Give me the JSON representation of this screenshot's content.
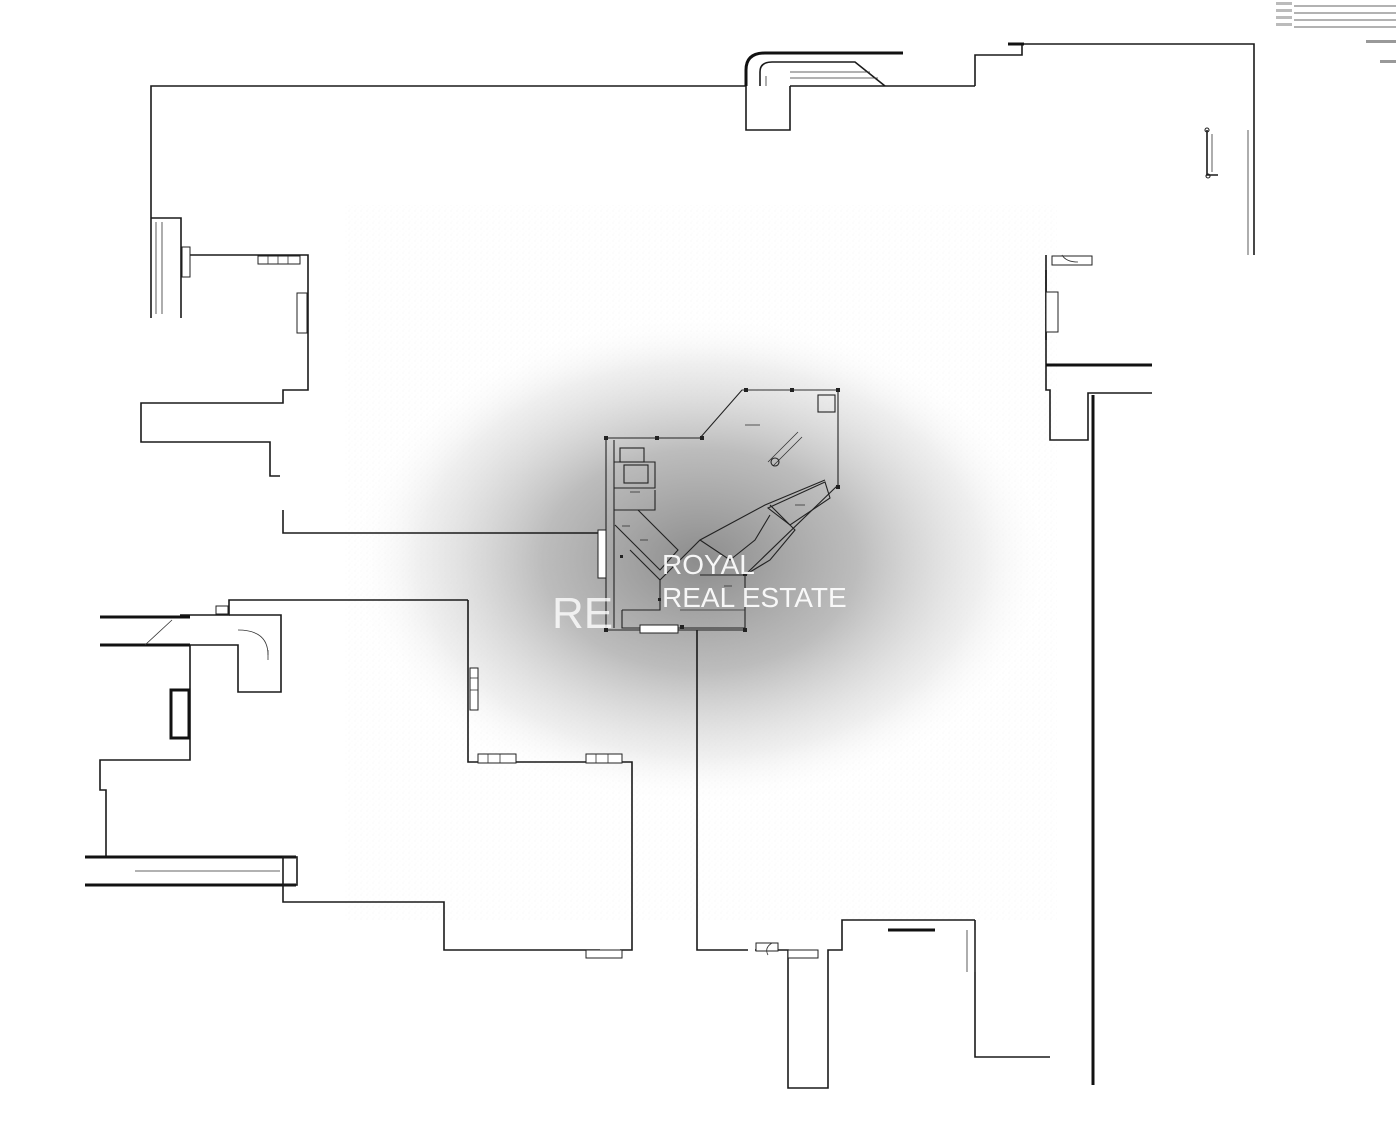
{
  "watermark": {
    "line1": "ROYAL",
    "line2": "REAL ESTATE",
    "monogram": "RE"
  },
  "legend": {
    "rows": [
      "",
      "",
      "",
      ""
    ],
    "scale": "",
    "code": ""
  },
  "colors": {
    "wall": "#1a1a1a",
    "background": "#ffffff",
    "shade": "#8c8c8c"
  },
  "icons": [
    "door-swing-icon",
    "stair-icon",
    "column-icon",
    "radiator-icon"
  ]
}
